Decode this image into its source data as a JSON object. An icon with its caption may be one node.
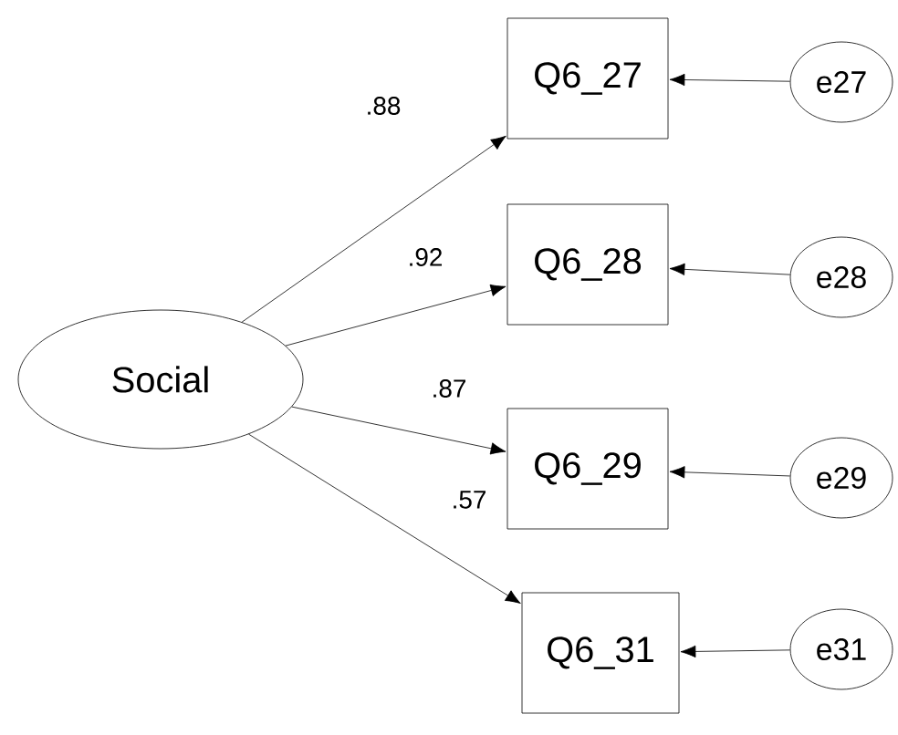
{
  "diagram": {
    "nodes": [
      {
        "text": [
          "Social"
        ]
      },
      {
        "text": [
          "Q6_27"
        ]
      },
      {
        "text": [
          "Q6_28"
        ]
      },
      {
        "text": [
          "Q6_29"
        ]
      },
      {
        "text": [
          "Q6_31"
        ]
      },
      {
        "text": [
          "e27"
        ]
      },
      {
        "text": [
          "e28"
        ]
      },
      {
        "text": [
          "e29"
        ]
      },
      {
        "text": [
          "e31"
        ]
      }
    ],
    "edges": [
      {
        "from": 0,
        "to": 1,
        "arrow": "to",
        "label": ".88"
      },
      {
        "from": 0,
        "to": 2,
        "arrow": "to",
        "label": ".92"
      },
      {
        "from": 0,
        "to": 3,
        "arrow": "to",
        "label": ".87"
      },
      {
        "from": 0,
        "to": 4,
        "arrow": "to",
        "label": ".57"
      },
      {
        "from": 5,
        "to": 1,
        "arrow": "to"
      },
      {
        "from": 6,
        "to": 2,
        "arrow": "to"
      },
      {
        "from": 7,
        "to": 3,
        "arrow": "to"
      },
      {
        "from": 8,
        "to": 4,
        "arrow": "to"
      }
    ]
  }
}
